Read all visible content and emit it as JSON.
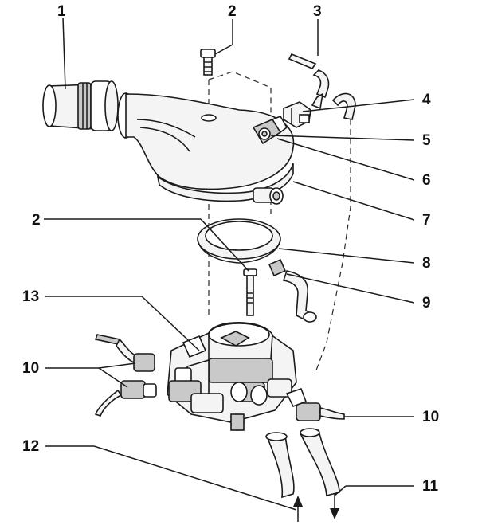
{
  "colors": {
    "ink": "#111111",
    "paper": "#ffffff"
  },
  "callouts": {
    "c1": "1",
    "c2a": "2",
    "c3": "3",
    "c4": "4",
    "c5": "5",
    "c6": "6",
    "c7": "7",
    "c2b": "2",
    "c8": "8",
    "c13": "13",
    "c9": "9",
    "c10a": "10",
    "c10b": "10",
    "c12": "12",
    "c11": "11"
  }
}
